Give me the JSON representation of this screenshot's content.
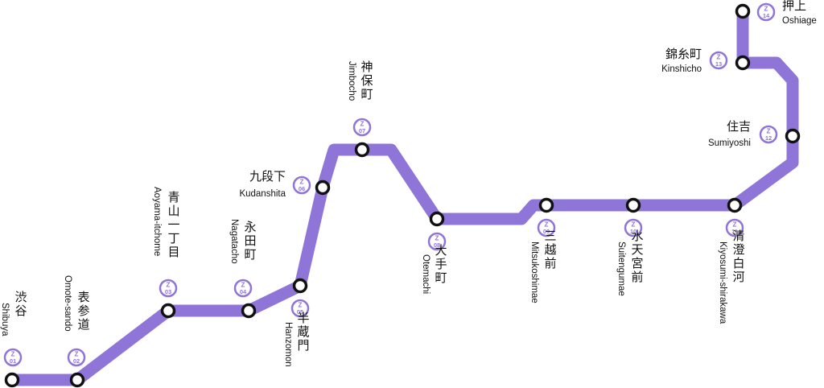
{
  "line": {
    "color": "#9075d8",
    "letter": "Z"
  },
  "stations": [
    {
      "code": "01",
      "ja": "渋谷",
      "en": "Shibuya"
    },
    {
      "code": "02",
      "ja": "表参道",
      "en": "Omote-sando"
    },
    {
      "code": "03",
      "ja": "青山一丁目",
      "en": "Aoyama-itchome"
    },
    {
      "code": "04",
      "ja": "永田町",
      "en": "Nagatacho"
    },
    {
      "code": "05",
      "ja": "半蔵門",
      "en": "Hanzomon"
    },
    {
      "code": "06",
      "ja": "九段下",
      "en": "Kudanshita"
    },
    {
      "code": "07",
      "ja": "神保町",
      "en": "Jimbocho"
    },
    {
      "code": "08",
      "ja": "大手町",
      "en": "Otemachi"
    },
    {
      "code": "09",
      "ja": "三越前",
      "en": "Mitsukoshimae"
    },
    {
      "code": "10",
      "ja": "水天宮前",
      "en": "Suitengumae"
    },
    {
      "code": "11",
      "ja": "清澄白河",
      "en": "Kiyosumi-shirakawa"
    },
    {
      "code": "12",
      "ja": "住吉",
      "en": "Sumiyoshi"
    },
    {
      "code": "13",
      "ja": "錦糸町",
      "en": "Kinshicho"
    },
    {
      "code": "14",
      "ja": "押上",
      "en": "Oshiage"
    }
  ]
}
